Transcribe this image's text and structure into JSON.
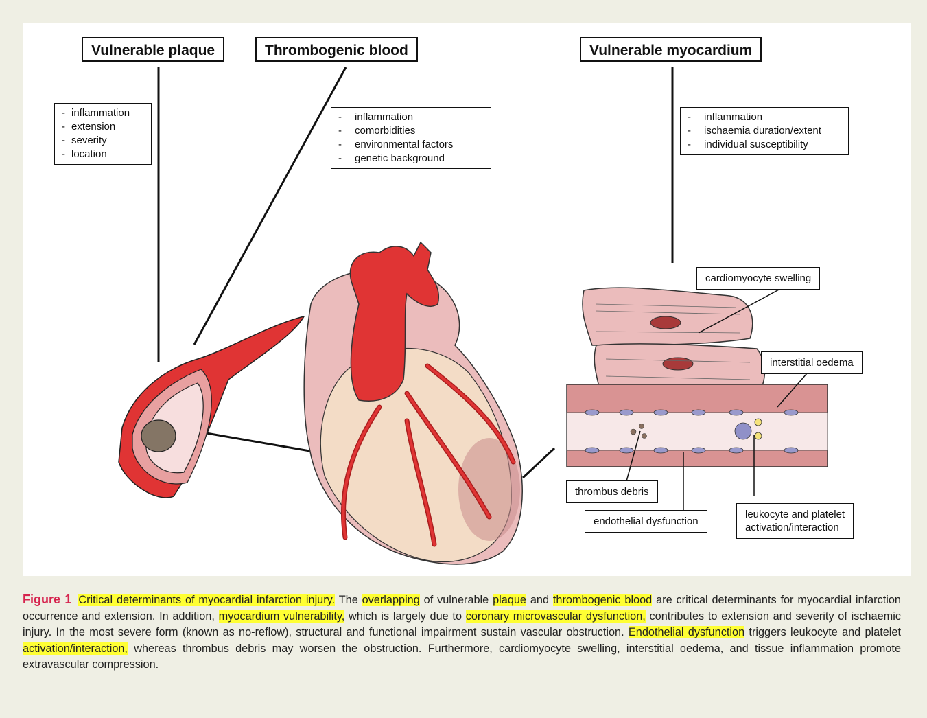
{
  "figure": {
    "plaque": {
      "title": "Vulnerable plaque",
      "items": [
        "inflammation",
        "extension",
        "severity",
        "location"
      ]
    },
    "blood": {
      "title": "Thrombogenic blood",
      "items": [
        "inflammation",
        "comorbidities",
        "environmental factors",
        "genetic background"
      ]
    },
    "myocardium": {
      "title": "Vulnerable myocardium",
      "items": [
        "inflammation",
        "ischaemia duration/extent",
        "individual susceptibility"
      ]
    },
    "labels": {
      "cardiomyocyte_swelling": "cardiomyocyte swelling",
      "interstitial_oedema": "interstitial oedema",
      "thrombus_debris": "thrombus debris",
      "endothelial_dysfunction": "endothelial dysfunction",
      "leukocyte_line1": "leukocyte and platelet",
      "leukocyte_line2": "activation/interaction"
    }
  },
  "caption": {
    "figure_label": "Figure 1",
    "s1": "Critical determinants of myocardial infarction injury.",
    "s2": " The ",
    "s3": "overlapping",
    "s4": " of vulnerable ",
    "s5": "plaque",
    "s6": " and ",
    "s7": "thrombogenic blood",
    "s8": " are critical determinants for myocardial infarction occurrence and extension. In addition, ",
    "s9": "myocardium vulnerability,",
    "s10": " which is largely due to ",
    "s11": "coronary microvascular dysfunction,",
    "s12": " contributes to extension and severity of ischaemic injury. In the most severe form (known as no-reflow), structural and functional impairment sustain vascular obstruction. ",
    "s13": "Endothelial dysfunction",
    "s14": " triggers leukocyte and platelet ",
    "s15": "activation/interaction,",
    "s16": " whereas thrombus debris may worsen the obstruction. Furthermore, cardiomyocyte swelling, interstitial oedema, and tissue inflammation promote extravascular compression."
  },
  "colors": {
    "page_background": "#efefe4",
    "artery_red": "#e03434",
    "heart_pink": "#ebbcbc",
    "heart_tan": "#f3dcc6",
    "highlight": "#ffff33",
    "figure_label": "#d6244e"
  }
}
